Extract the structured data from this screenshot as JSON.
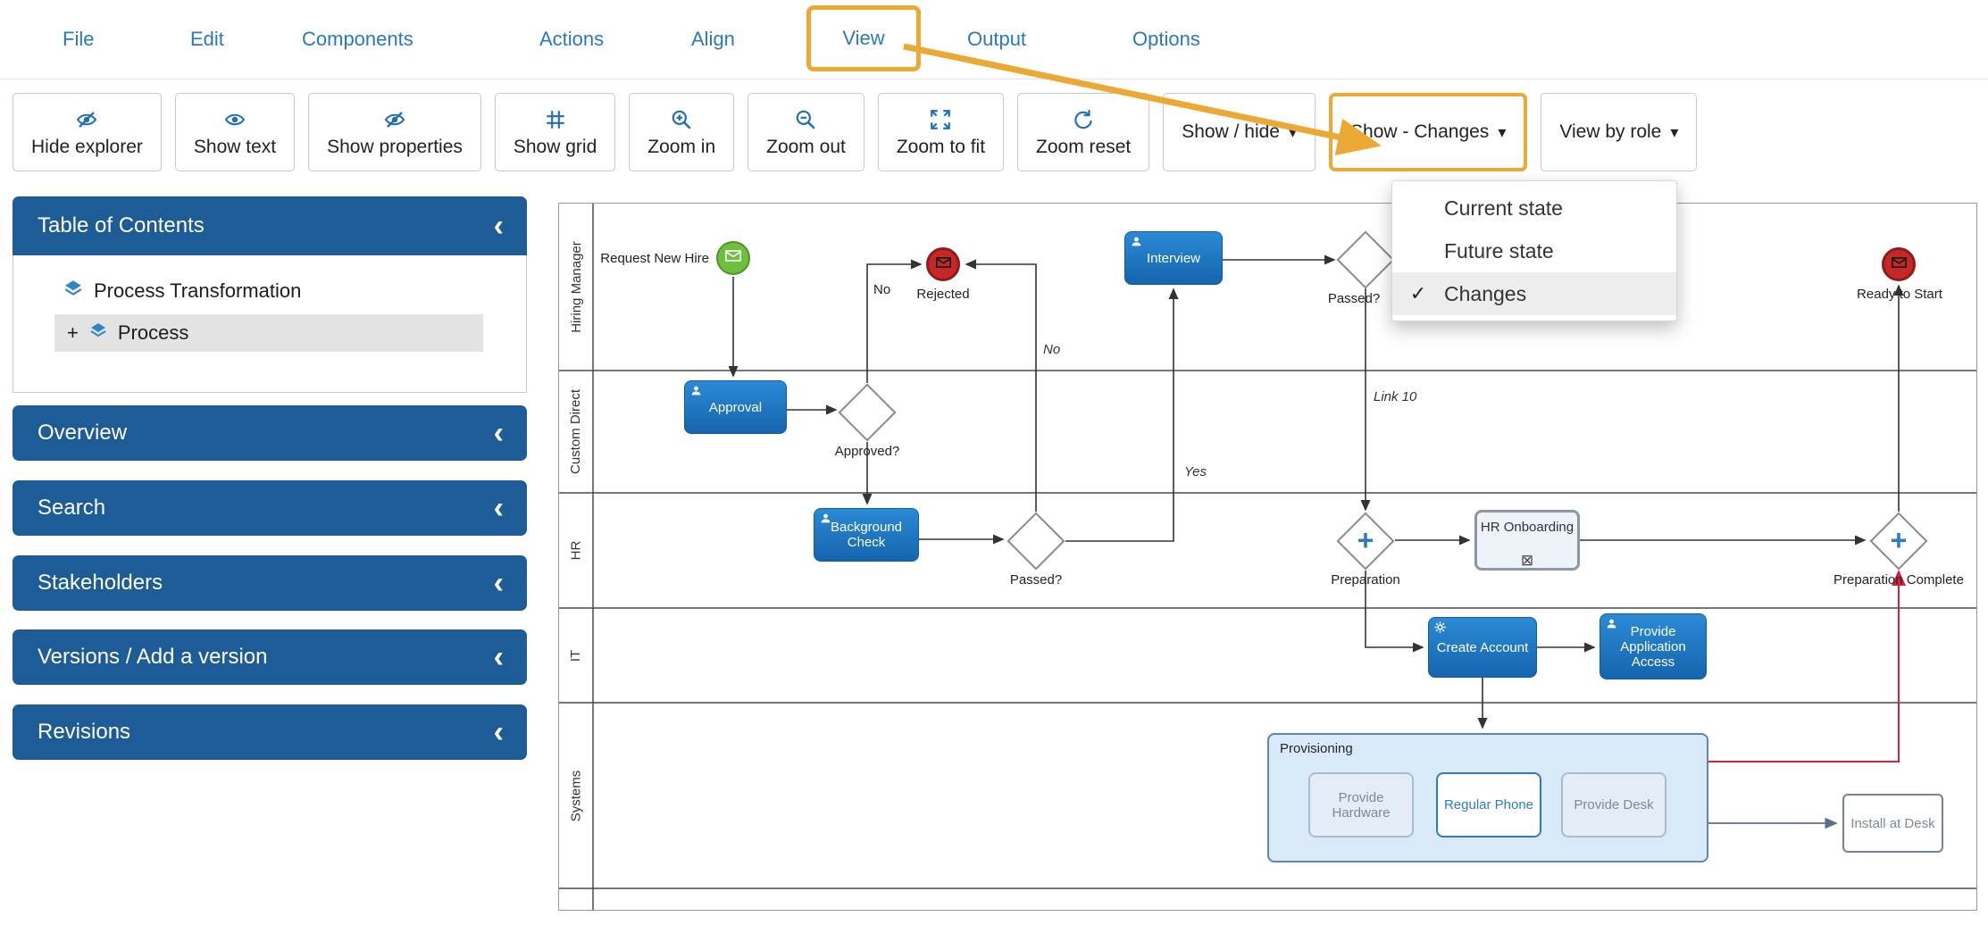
{
  "menu": {
    "items": [
      {
        "label": "File"
      },
      {
        "label": "Edit"
      },
      {
        "label": "Components"
      },
      {
        "label": "Actions"
      },
      {
        "label": "Align"
      },
      {
        "label": "View",
        "highlighted": true
      },
      {
        "label": "Output"
      },
      {
        "label": "Options"
      }
    ]
  },
  "toolbar": {
    "buttons": [
      {
        "label": "Hide explorer",
        "icon": "eye-slash-icon"
      },
      {
        "label": "Show text",
        "icon": "eye-icon"
      },
      {
        "label": "Show properties",
        "icon": "eye-slash-icon"
      },
      {
        "label": "Show grid",
        "icon": "grid-icon"
      },
      {
        "label": "Zoom in",
        "icon": "zoom-in-icon"
      },
      {
        "label": "Zoom out",
        "icon": "zoom-out-icon"
      },
      {
        "label": "Zoom to fit",
        "icon": "zoom-to-fit-icon"
      },
      {
        "label": "Zoom reset",
        "icon": "zoom-reset-icon"
      },
      {
        "label": "Show / hide",
        "has_caret": true
      },
      {
        "label": "Show - Changes",
        "has_caret": true,
        "highlighted": true
      },
      {
        "label": "View by role",
        "has_caret": true
      }
    ]
  },
  "dropdown": {
    "items": [
      {
        "label": "Current state",
        "checked": false
      },
      {
        "label": "Future state",
        "checked": false
      },
      {
        "label": "Changes",
        "checked": true
      }
    ]
  },
  "sidebar": {
    "toc": {
      "title": "Table of Contents",
      "items": [
        {
          "label": "Process Transformation"
        },
        {
          "label": "Process",
          "prefix": "+"
        }
      ]
    },
    "panels": [
      {
        "title": "Overview"
      },
      {
        "title": "Search"
      },
      {
        "title": "Stakeholders"
      },
      {
        "title": "Versions / Add a version"
      },
      {
        "title": "Revisions"
      }
    ]
  },
  "canvas": {
    "lanes": [
      "Hiring Manager",
      "Custom Direct",
      "HR",
      "IT",
      "Systems"
    ],
    "nodes": {
      "request_new_hire": "Request New Hire",
      "rejected": "Rejected",
      "interview": "Interview",
      "passed_hiring_manager": "Passed?",
      "ready_to_start": "Ready to Start",
      "approval": "Approval",
      "approved": "Approved?",
      "background_check": "Background Check",
      "passed_hr": "Passed?",
      "preparation": "Preparation",
      "hr_onboarding": "HR Onboarding",
      "preparation_complete": "Preparation Complete",
      "create_account": "Create Account",
      "provide_application_access": "Provide Application Access",
      "provisioning": "Provisioning",
      "provide_hardware": "Provide Hardware",
      "regular_phone": "Regular Phone",
      "provide_desk": "Provide Desk",
      "install_at_desk": "Install at Desk"
    },
    "edge_labels": {
      "approved_no": "No",
      "passed_no": "No",
      "passed_yes": "Yes",
      "link": "Link 10"
    }
  },
  "icons": {
    "caret_down": "▾",
    "chevron_left": "‹",
    "check": "✓",
    "plus": "+",
    "collapsed_marker": "⊠"
  },
  "colors": {
    "accent_orange": "#eba834",
    "sidebar_blue": "#1d5c97",
    "task_blue": "#1a77c4",
    "menu_blue": "#2a79bd",
    "link_red": "#d6203c",
    "start_green": "#6fbf3f",
    "end_red": "#c62828"
  }
}
